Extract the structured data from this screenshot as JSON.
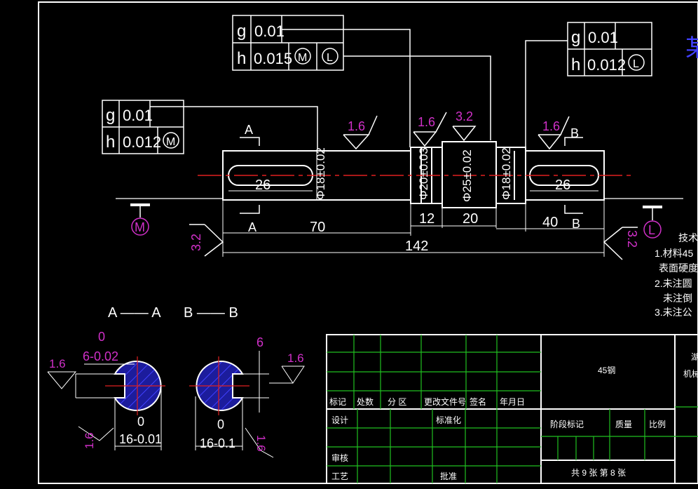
{
  "colors": {
    "background": "#000000",
    "line": "#ffffff",
    "centerline": "#e02020",
    "dimension": "#d030c8",
    "table_grid": "#20c020",
    "section_fill": "#1c1c9c"
  },
  "fcf": {
    "top_left": [
      {
        "sym": "g",
        "val": "0.01"
      },
      {
        "sym": "h",
        "val": "0.015",
        "mods": [
          "M",
          "L"
        ]
      }
    ],
    "top_right": [
      {
        "sym": "g",
        "val": "0.01"
      },
      {
        "sym": "h",
        "val": "0.012",
        "mods": [
          "L"
        ]
      }
    ],
    "left": [
      {
        "sym": "g",
        "val": "0.01"
      },
      {
        "sym": "h",
        "val": "0.012",
        "mods": [
          "M"
        ]
      }
    ]
  },
  "datums": {
    "left": "M",
    "right": "L"
  },
  "section_marks": {
    "a": "A",
    "b": "B"
  },
  "diameters": {
    "d1": "Φ18±0.02",
    "d2": "Φ20±0.03",
    "d3": "Φ25±0.02",
    "d4": "Φ18±0.02"
  },
  "dims": {
    "key_left": "26",
    "key_right": "26",
    "l70": "70",
    "l12": "12",
    "l20": "20",
    "l40": "40",
    "l142": "142"
  },
  "roughness": {
    "r1": "1.6",
    "r2": "1.6",
    "r3": "3.2",
    "r4": "1.6",
    "r_left": "3.2",
    "r_right": "3.2"
  },
  "sections": {
    "title_a": "A —— A",
    "title_b": "B —— B",
    "a": {
      "width_tol_top": "0",
      "width": "6-0.02",
      "depth_tol_top": "0",
      "depth": "16-0.01",
      "ra_left": "1.6",
      "ra_bottom": "1.6"
    },
    "b": {
      "width": "6",
      "depth_tol_top": "0",
      "depth": "16-0.1",
      "ra_right": "1.6",
      "ra_bottom": "1.6"
    }
  },
  "tech_notes": {
    "title": "技术",
    "line1": "1.材料45",
    "line2": "表面硬度",
    "line3": "2.未注圆",
    "line4": "未注倒",
    "line5": "3.未注公"
  },
  "partial_title": "某",
  "title_block": {
    "headers": [
      "标记",
      "处数",
      "分 区",
      "更改文件号",
      "签名",
      "年月日"
    ],
    "design": "设计",
    "standardize": "标准化",
    "review": "审核",
    "process": "工艺",
    "approve": "批准",
    "stage_mark": "阶段标记",
    "mass": "质量",
    "scale": "比例",
    "material": "45钢",
    "sheets": "共 9 张 第 8 张",
    "right_col_1": "湖",
    "right_col_2": "机械"
  }
}
